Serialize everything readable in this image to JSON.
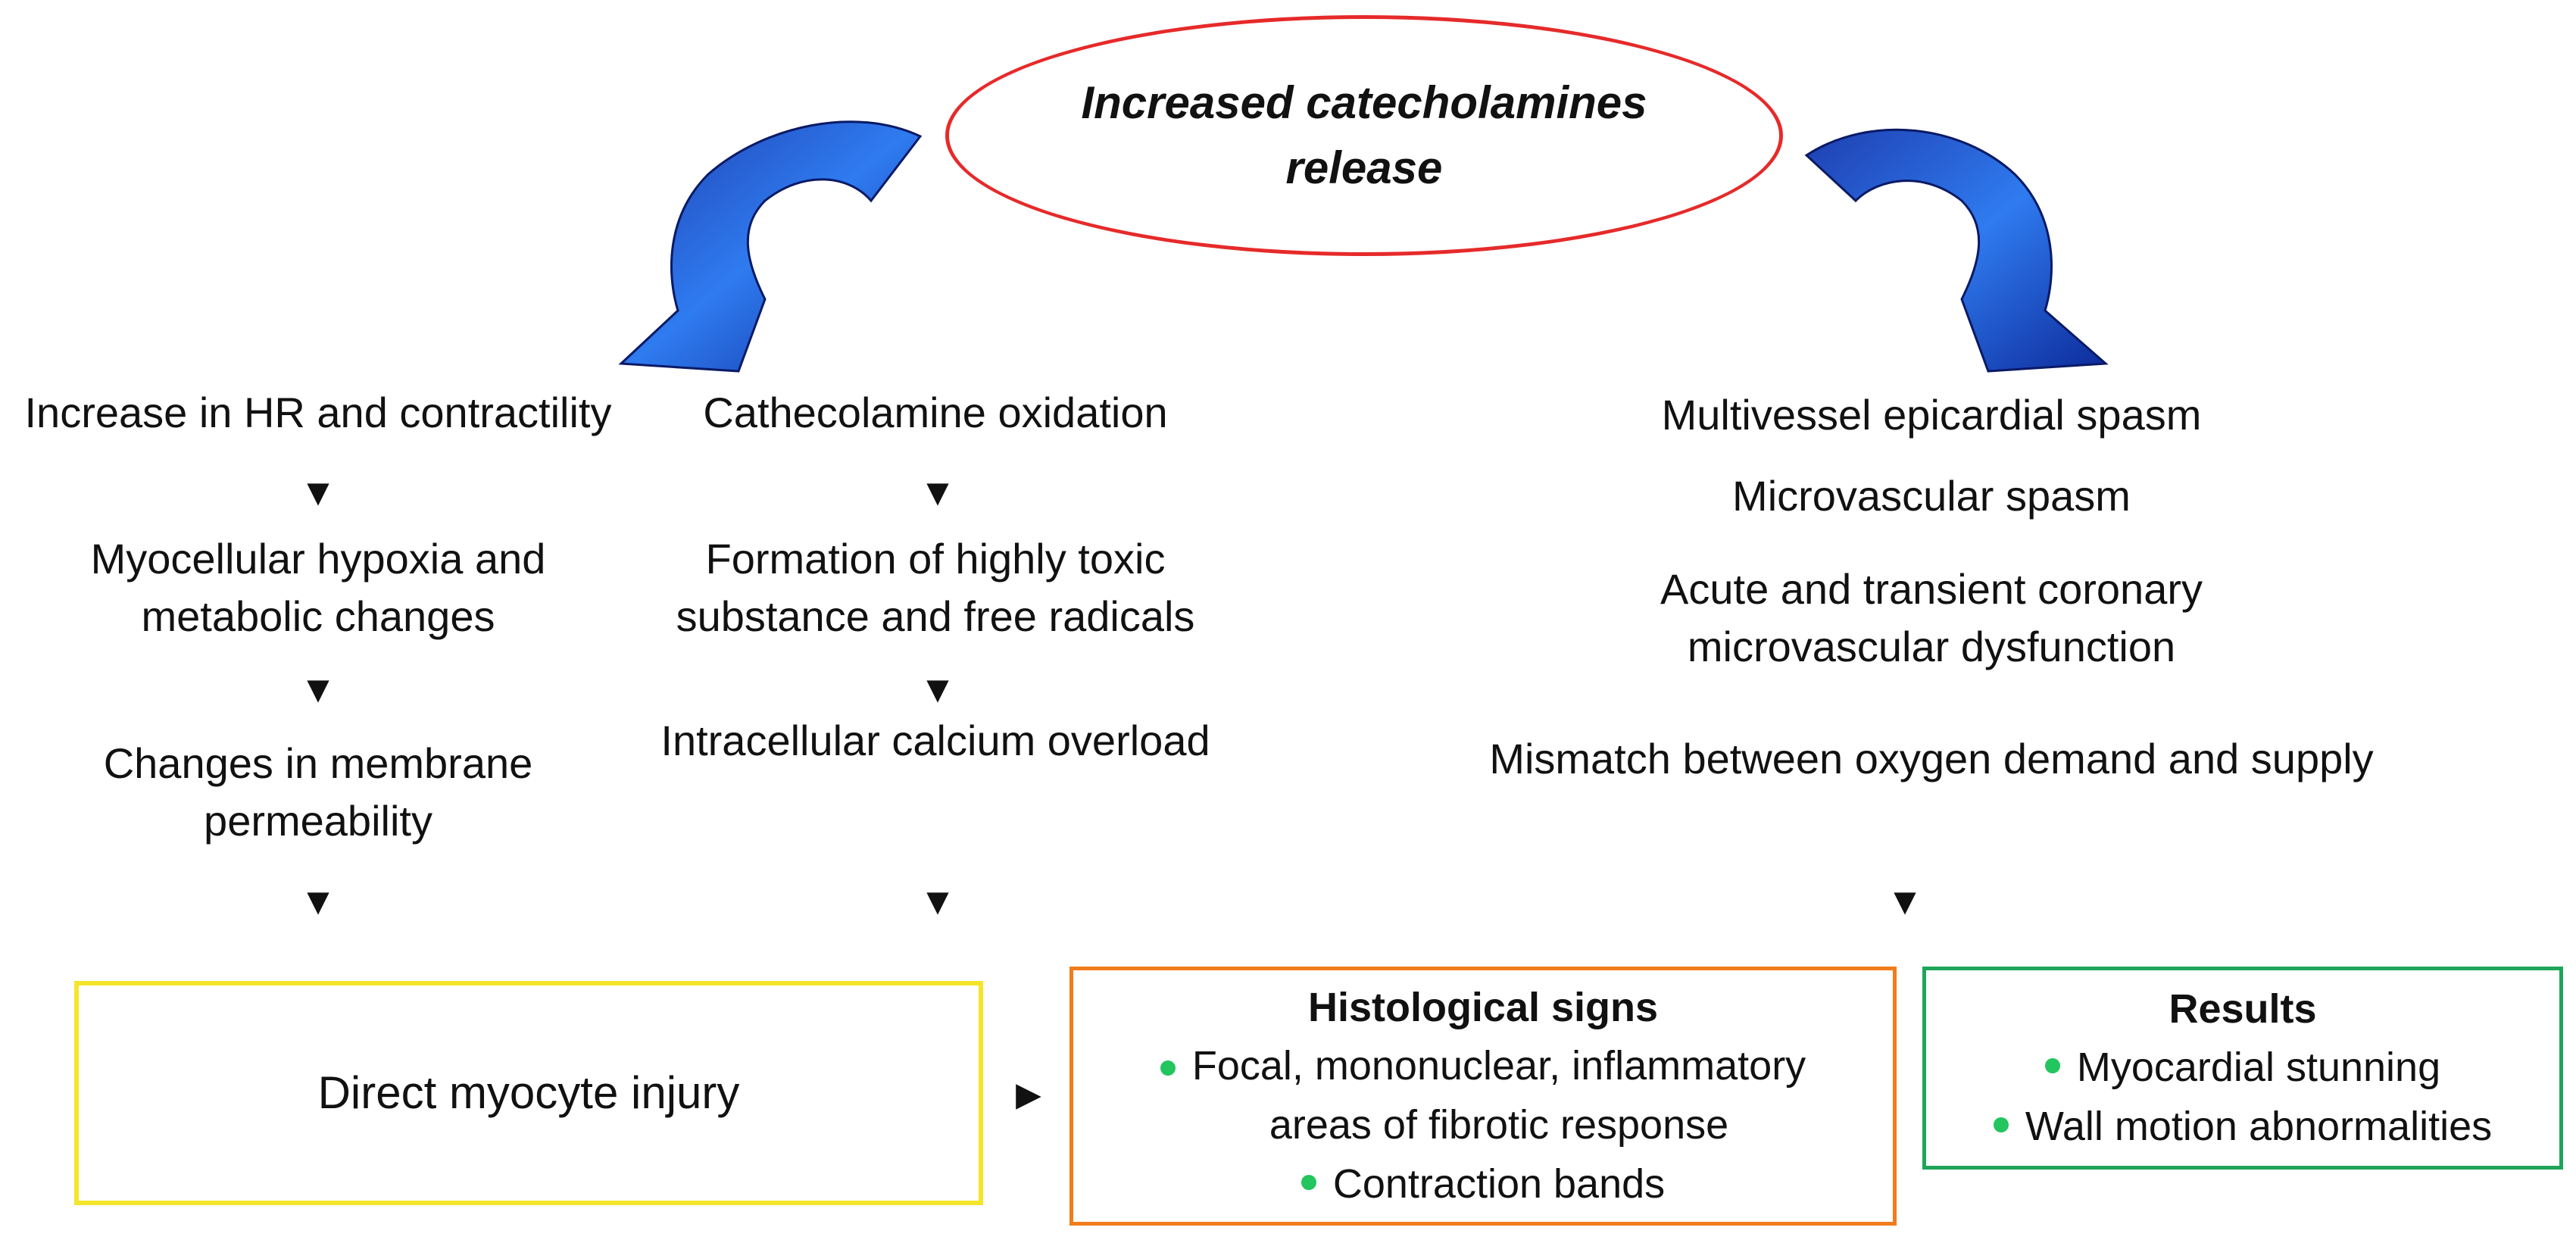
{
  "top": {
    "label": "Increased catecholamines\nrelease"
  },
  "left_column": {
    "steps": [
      "Increase in HR and contractility",
      "Myocellular hypoxia and\nmetabolic changes",
      "Changes in membrane\npermeability"
    ]
  },
  "middle_column": {
    "steps": [
      "Cathecolamine oxidation",
      "Formation of highly toxic\nsubstance and free radicals",
      "Intracellular calcium overload"
    ]
  },
  "right_column": {
    "steps": [
      "Multivessel epicardial spasm",
      "Microvascular spasm",
      "Acute and transient coronary\nmicrovascular dysfunction",
      "Mismatch between oxygen demand and supply"
    ]
  },
  "arrow_glyph": "▼",
  "right_arrow_glyph": "►",
  "box_injury": {
    "label": "Direct myocyte injury"
  },
  "box_histology": {
    "title": "Histological signs",
    "items": [
      "Focal, mononuclear, inflammatory\nareas of fibrotic response",
      "Contraction bands"
    ]
  },
  "box_results": {
    "title": "Results",
    "items": [
      "Myocardial stunning",
      "Wall motion abnormalities"
    ]
  },
  "colors": {
    "ellipse_border": "#e62a2a",
    "curved_arrow": "#1d5fe0",
    "box_injury_border": "#f5e52a",
    "box_histology_border": "#f07c1c",
    "box_results_border": "#1fa55a",
    "bullet": "#22c55e"
  }
}
